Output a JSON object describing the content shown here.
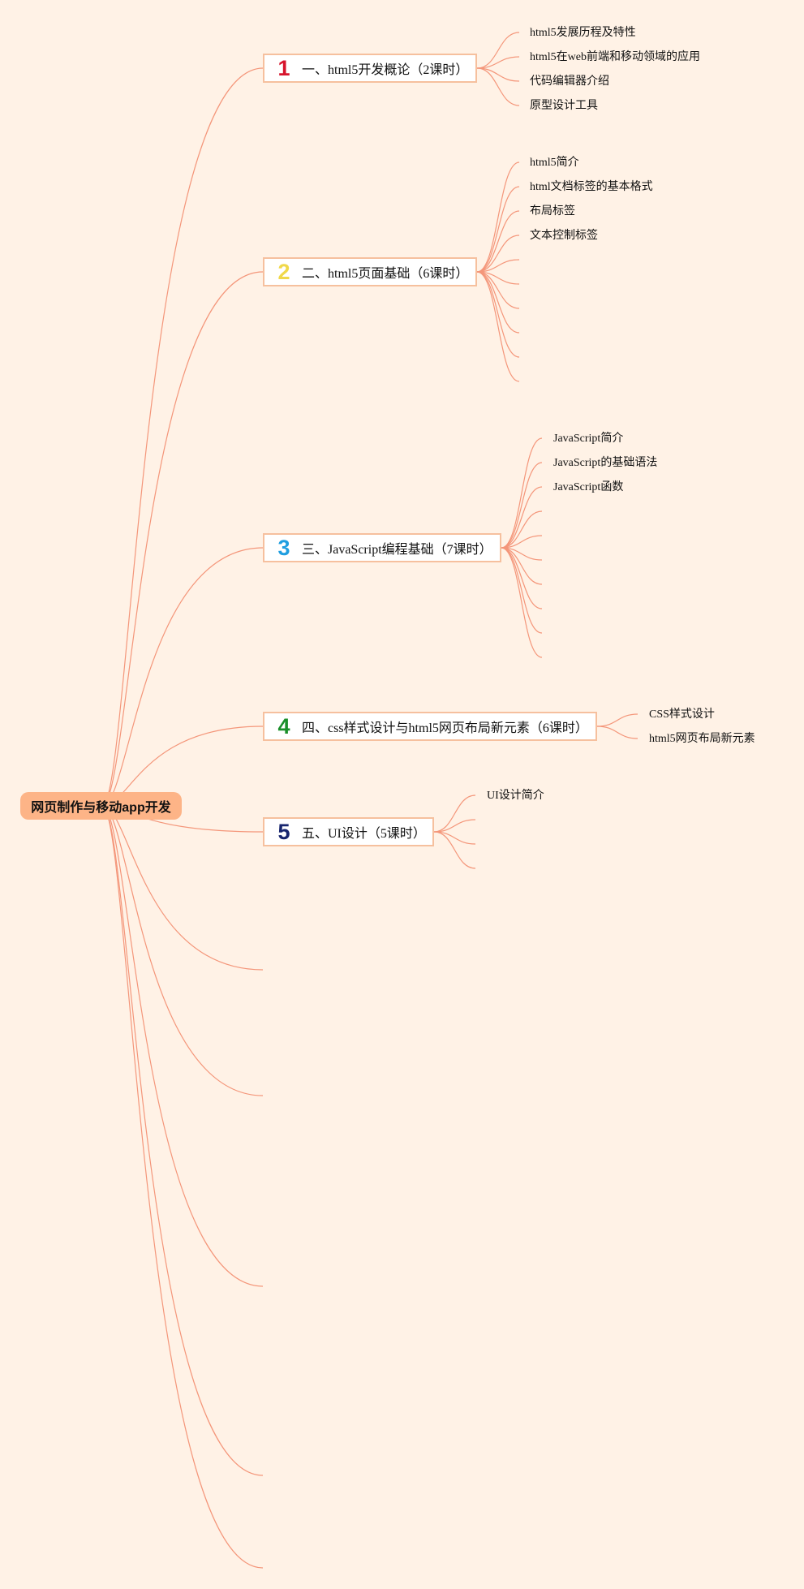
{
  "root": {
    "label": "网页制作与移动app开发"
  },
  "topics": [
    {
      "number": "1",
      "label": "一、html5开发概论（2课时）",
      "color": "#d7142c",
      "items": [
        "html5发展历程及特性",
        "html5在web前端和移动领域的应用",
        "代码编辑器介绍",
        "原型设计工具"
      ]
    },
    {
      "number": "2",
      "label": "二、html5页面基础（6课时）",
      "color": "#f0d84a",
      "items": [
        "html5简介",
        "html文档标签的基本格式",
        "布局标签",
        "文本控制标签"
      ]
    },
    {
      "number": "3",
      "label": "三、JavaScript编程基础（7课时）",
      "color": "#1f9ee0",
      "items": [
        "JavaScript简介",
        "JavaScript的基础语法",
        "JavaScript函数"
      ]
    },
    {
      "number": "4",
      "label": "四、css样式设计与html5网页布局新元素（6课时）",
      "color": "#1a8f2a",
      "items": [
        "CSS样式设计",
        "html5网页布局新元素"
      ]
    },
    {
      "number": "5",
      "label": "五、UI设计（5课时）",
      "color": "#17256e",
      "items": [
        "UI设计简介"
      ]
    }
  ],
  "colors": {
    "background": "#fff2e6",
    "root_fill": "#fdb487",
    "link": "#f4967a",
    "topic_border": "#f6c09e"
  }
}
